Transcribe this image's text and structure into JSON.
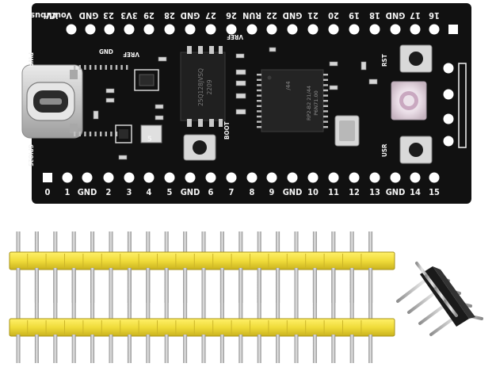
{
  "board": {
    "top_labels": [
      "Vbus",
      "Vin",
      "Vout",
      "GND",
      "23",
      "3V3",
      "29",
      "28",
      "GND",
      "27",
      "26",
      "RUN",
      "22",
      "GND",
      "21",
      "20",
      "19",
      "18",
      "GND",
      "17",
      "16"
    ],
    "bottom_labels": [
      "0",
      "1",
      "GND",
      "2",
      "3",
      "4",
      "5",
      "GND",
      "6",
      "7",
      "8",
      "9",
      "GND",
      "10",
      "11",
      "12",
      "13",
      "GND",
      "14",
      "15"
    ],
    "silk": {
      "pwr": "PWR",
      "gnd_top": "GND",
      "vref_top": "VREF",
      "vref_mid": "VREF",
      "flash_line1": "25Q128JVSQ",
      "flash_line2": "2209",
      "mcu_line0": "/44",
      "mcu_line1": "RP2-B2   21/44",
      "mcu_line2": "P6N71.00",
      "boot": "BOOT",
      "rst": "RST",
      "usr": "USR",
      "gpio25": "GPIO25",
      "r5": "5"
    },
    "colors": {
      "pcb": "#111111",
      "silk": "#f2f2f2",
      "pad": "#ffffff",
      "usb": "#cfcfcf",
      "header_plastic": "#f0dc3a",
      "pins": "#b9b9b9"
    }
  },
  "accessories": {
    "long_headers": 2,
    "long_header_pin_count": 20,
    "right_angle_header_pin_count": 4
  }
}
